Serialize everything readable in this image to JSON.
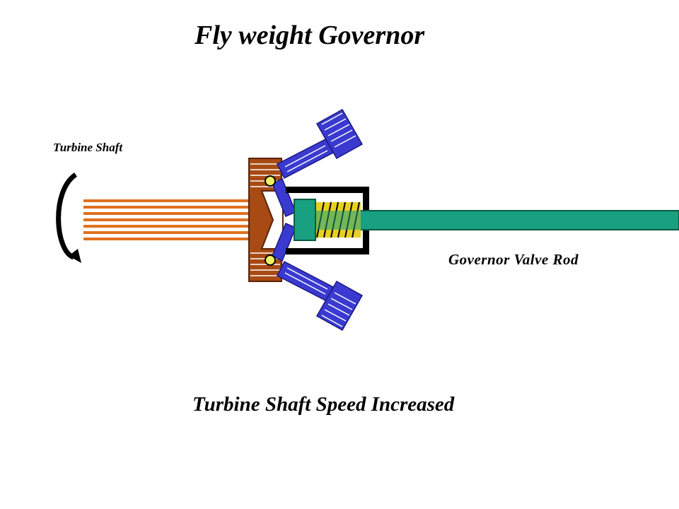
{
  "title": "Fly weight Governor",
  "labels": {
    "turbine_shaft": "Turbine Shaft",
    "governor_valve_rod": "Governor Valve Rod"
  },
  "caption": "Turbine Shaft Speed Increased",
  "colors": {
    "shaft": "#e07020",
    "hub": "#a84a14",
    "flyweight": "#3a3ad0",
    "rod": "#18a080",
    "spring": "#e8d020",
    "pivot": "#f0f060",
    "cup": "#000000"
  }
}
